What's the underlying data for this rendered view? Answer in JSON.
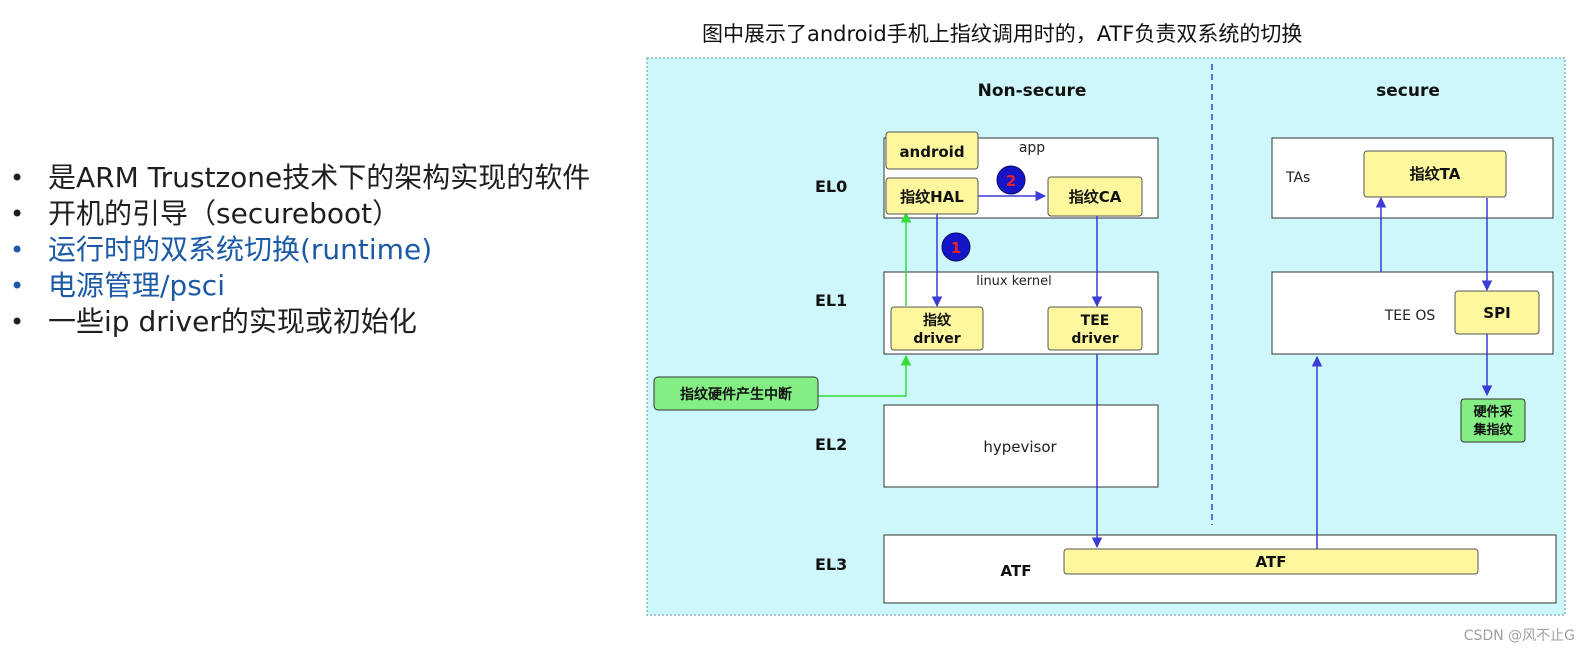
{
  "bullets": [
    {
      "text": "是ARM Trustzone技术下的架构实现的软件",
      "accent": false
    },
    {
      "text": "开机的引导（secureboot）",
      "accent": false
    },
    {
      "text": "运行时的双系统切换(runtime)",
      "accent": true
    },
    {
      "text": "电源管理/psci",
      "accent": true
    },
    {
      "text": "一些ip driver的实现或初始化",
      "accent": false
    }
  ],
  "caption": "图中展示了android手机上指纹调用时的，ATF负责双系统的切换",
  "diagram": {
    "worlds": {
      "non_secure": "Non-secure",
      "secure": "secure"
    },
    "levels": {
      "el0": "EL0",
      "el1": "EL1",
      "el2": "EL2",
      "el3": "EL3"
    },
    "containers": {
      "app": "app",
      "linux_kernel": "linux kernel",
      "hypervisor": "hypevisor",
      "atf_layer": "ATF",
      "tas": "TAs",
      "tee_os": "TEE OS"
    },
    "nodes": {
      "android": "android",
      "fp_hal": "指纹HAL",
      "fp_ca": "指纹CA",
      "fp_driver_line1": "指纹",
      "fp_driver_line2": "driver",
      "tee_driver_line1": "TEE",
      "tee_driver_line2": "driver",
      "fp_interrupt": "指纹硬件产生中断",
      "atf": "ATF",
      "fp_ta": "指纹TA",
      "spi": "SPI",
      "hw_capture_line1": "硬件采",
      "hw_capture_line2": "集指纹"
    },
    "steps": {
      "step1": "1",
      "step2": "2"
    },
    "colors": {
      "panel_bg": "#cdf7fb",
      "node_fill": "#fdf79e",
      "green_fill": "#84ee84",
      "arrow_blue": "#3b3bd6",
      "arrow_green": "#33dd33",
      "badge_blue": "#1515c8",
      "badge_text": "#e8202a"
    }
  },
  "watermark": "CSDN @风不止G"
}
